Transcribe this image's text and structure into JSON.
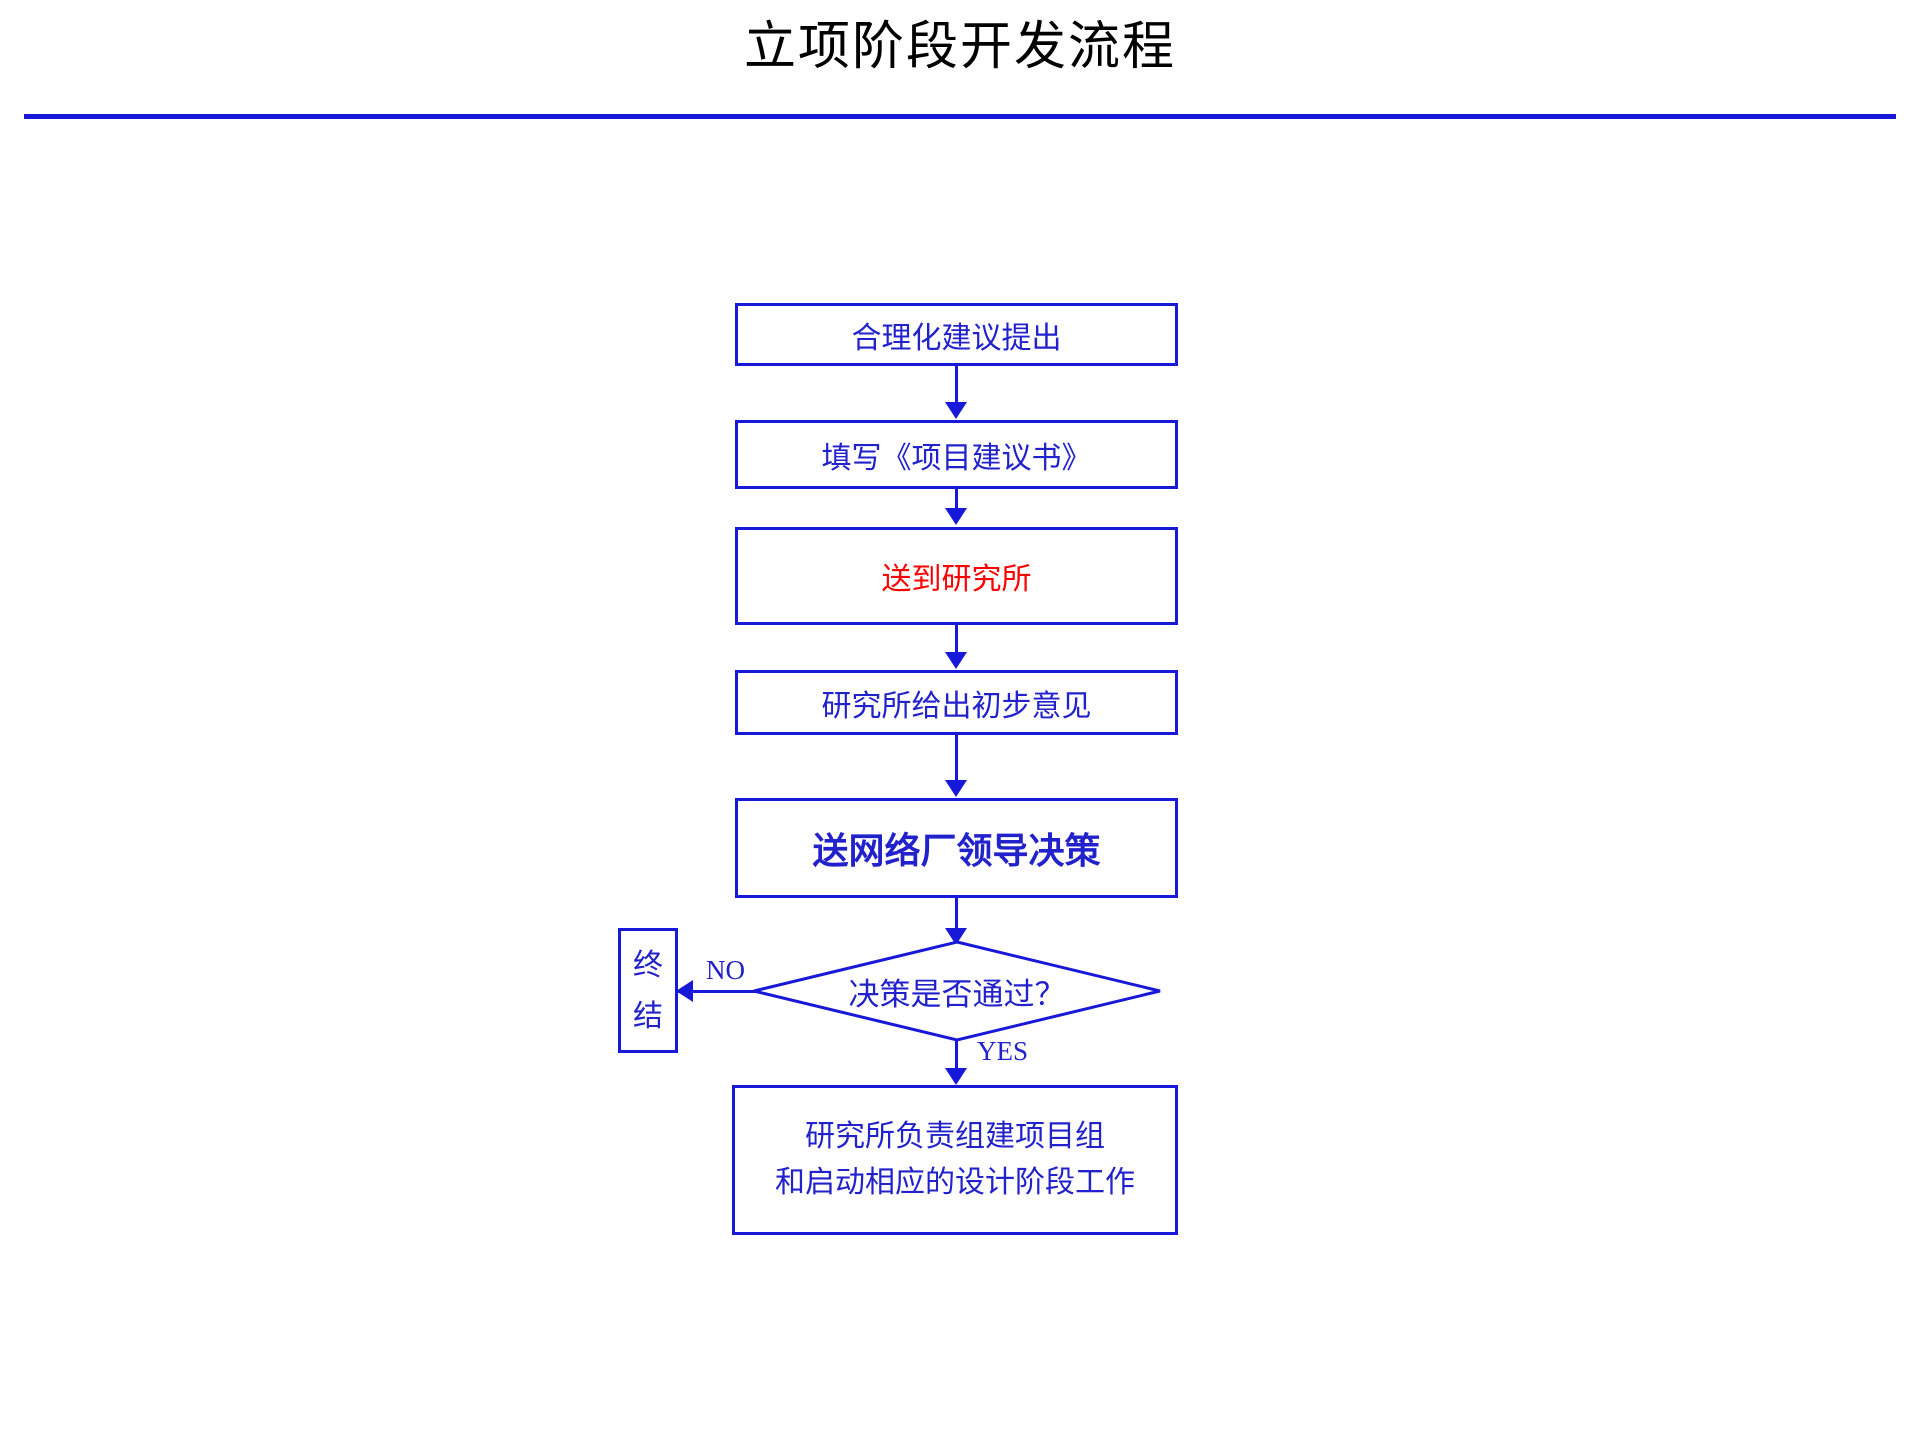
{
  "slide": {
    "title": "立项阶段开发流程",
    "title_color": "#000000",
    "rule_color": "#1818d8",
    "accent_color": "#1818d8",
    "node_text_color": "#2222cc",
    "highlight_color": "#ff0000",
    "background": "#ffffff"
  },
  "flowchart": {
    "type": "flowchart",
    "orientation": "top-to-bottom",
    "nodes": [
      {
        "id": "n1",
        "shape": "rectangle",
        "label": "合理化建议提出",
        "color": "#2222cc"
      },
      {
        "id": "n2",
        "shape": "rectangle",
        "label": "填写《项目建议书》",
        "color": "#2222cc"
      },
      {
        "id": "n3",
        "shape": "rectangle",
        "label": "送到研究所",
        "color": "#ff0000"
      },
      {
        "id": "n4",
        "shape": "rectangle",
        "label": "研究所给出初步意见",
        "color": "#2222cc"
      },
      {
        "id": "n5",
        "shape": "rectangle",
        "label": "送网络厂领导决策",
        "color": "#2222cc"
      },
      {
        "id": "d1",
        "shape": "diamond",
        "label": "决策是否通过？",
        "color": "#2222cc"
      },
      {
        "id": "t1",
        "shape": "terminal",
        "label": "终结",
        "label_chars": [
          "终",
          "结"
        ],
        "color": "#2222cc"
      },
      {
        "id": "n6",
        "shape": "rectangle",
        "label_line1": "研究所负责组建项目组",
        "label_line2": "和启动相应的设计阶段工作",
        "color": "#2222cc"
      }
    ],
    "edges": [
      {
        "from": "n1",
        "to": "n2",
        "label": ""
      },
      {
        "from": "n2",
        "to": "n3",
        "label": ""
      },
      {
        "from": "n3",
        "to": "n4",
        "label": ""
      },
      {
        "from": "n4",
        "to": "n5",
        "label": ""
      },
      {
        "from": "n5",
        "to": "d1",
        "label": ""
      },
      {
        "from": "d1",
        "to": "t1",
        "label": "NO"
      },
      {
        "from": "d1",
        "to": "n6",
        "label": "YES"
      }
    ],
    "labels": {
      "no": "NO",
      "yes": "YES"
    }
  }
}
